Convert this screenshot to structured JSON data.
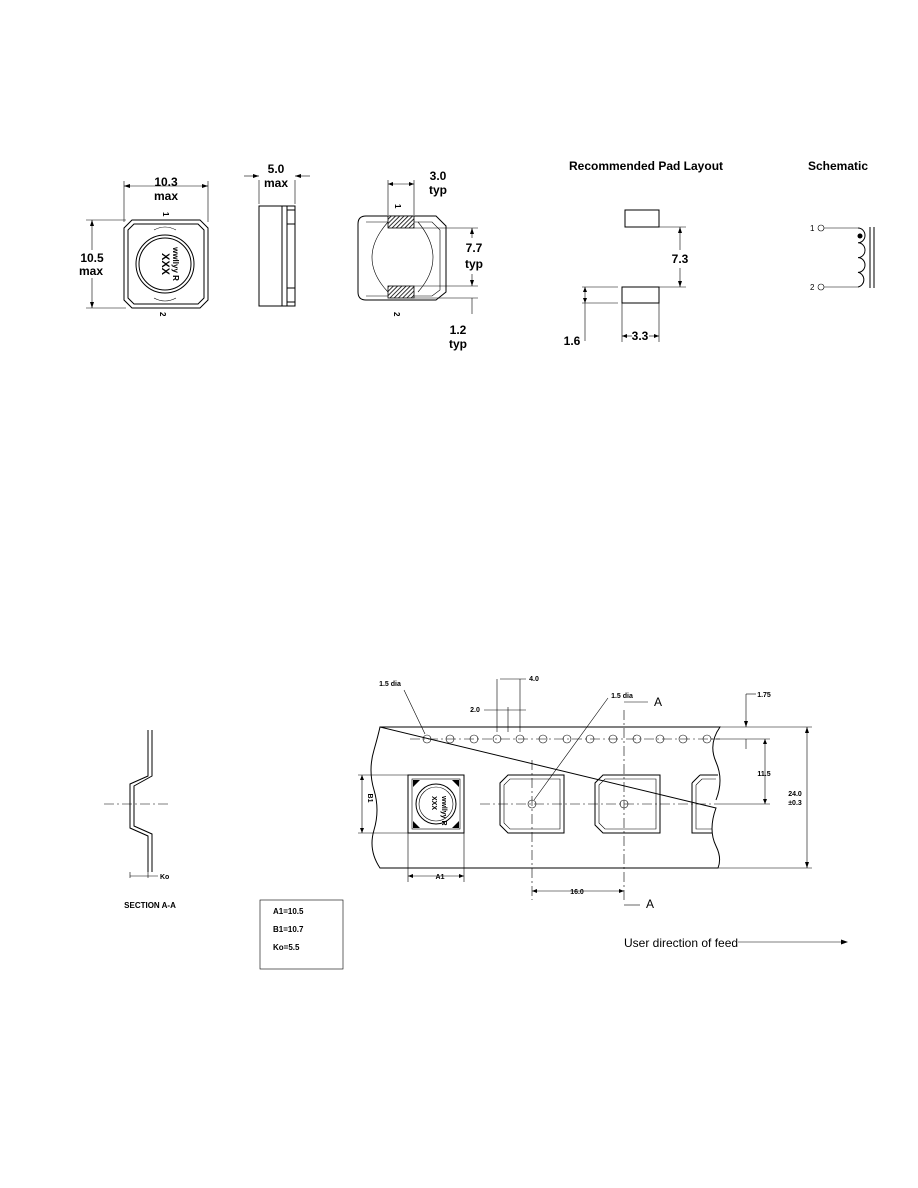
{
  "top_view": {
    "width": "10.3",
    "width_note": "max",
    "height": "10.5",
    "height_note": "max",
    "pin1": "1",
    "pin2": "2",
    "marking_line1": "XXX",
    "marking_line2": "wwllyy R"
  },
  "side_view": {
    "thickness": "5.0",
    "thickness_note": "max"
  },
  "bottom_view": {
    "terminal_width": "3.0",
    "terminal_width_note": "typ",
    "terminal_span": "7.7",
    "terminal_span_note": "typ",
    "terminal_length": "1.2",
    "terminal_length_note": "typ",
    "pin1": "1",
    "pin2": "2"
  },
  "pad_layout": {
    "title": "Recommended Pad Layout",
    "spacing": "7.3",
    "pad_height": "1.6",
    "pad_width": "3.3"
  },
  "schematic": {
    "title": "Schematic",
    "pin1": "1",
    "pin2": "2"
  },
  "section": {
    "label": "SECTION A-A",
    "ko": "Ko"
  },
  "tape": {
    "hole_dia_left": "1.5 dia",
    "hole_dia_right": "1.5 dia",
    "pitch_holes": "4.0",
    "half_pitch": "2.0",
    "edge_to_hole": "1.75",
    "hole_to_center": "11.5",
    "tape_width": "24.0",
    "tape_width_tol": "±0.3",
    "b1_label": "B1",
    "a1_label": "A1",
    "pocket_pitch": "16.0",
    "section_a_top": "A",
    "section_a_bottom": "A"
  },
  "table": {
    "rows": [
      "A1=10.5",
      "B1=10.7",
      "Ko=5.5"
    ]
  },
  "feed": {
    "label": "User direction of feed"
  }
}
